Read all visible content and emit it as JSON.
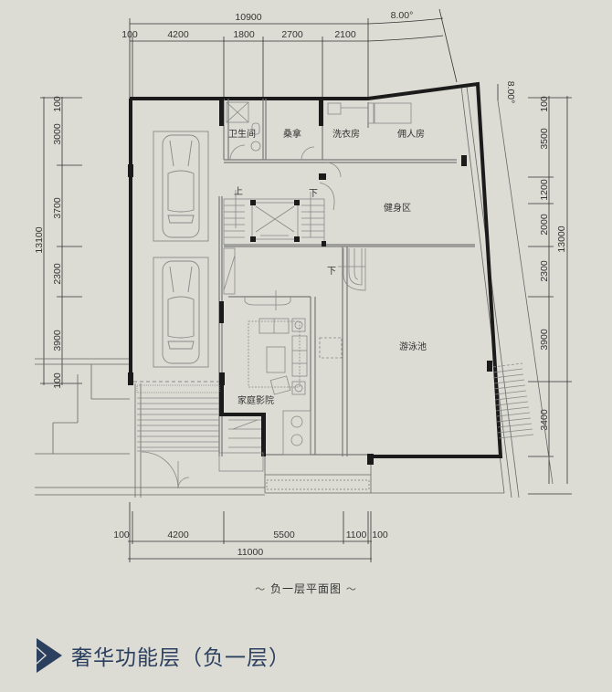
{
  "plan": {
    "top_dims": {
      "overall": "10900",
      "angle": "8.00°",
      "segments": [
        "100",
        "4200",
        "1800",
        "2700",
        "2100"
      ]
    },
    "left_dims": {
      "overall": "13100",
      "segments": [
        "100",
        "3000",
        "3700",
        "2300",
        "3900",
        "100"
      ]
    },
    "right_dims": {
      "overall": "13000",
      "angle": "8.00°",
      "segments": [
        "100",
        "3500",
        "1200",
        "2000",
        "2300",
        "3900",
        "3400"
      ]
    },
    "bottom_dims": {
      "overall": "11000",
      "segments": [
        "100",
        "4200",
        "5500",
        "1100",
        "100"
      ]
    },
    "rooms": {
      "bathroom": "卫生间",
      "sauna": "桑拿",
      "laundry": "洗衣房",
      "servant": "佣人房",
      "gym": "健身区",
      "pool": "游泳池",
      "theater": "家庭影院"
    },
    "markers": {
      "down_1": "下",
      "down_2": "下",
      "up": "上"
    }
  },
  "caption": {
    "left_ornament": "～",
    "text": "负一层平面图",
    "right_ornament": "～"
  },
  "section": {
    "title": "奢华功能层（负一层）",
    "accent_color": "#2b3f5f"
  }
}
